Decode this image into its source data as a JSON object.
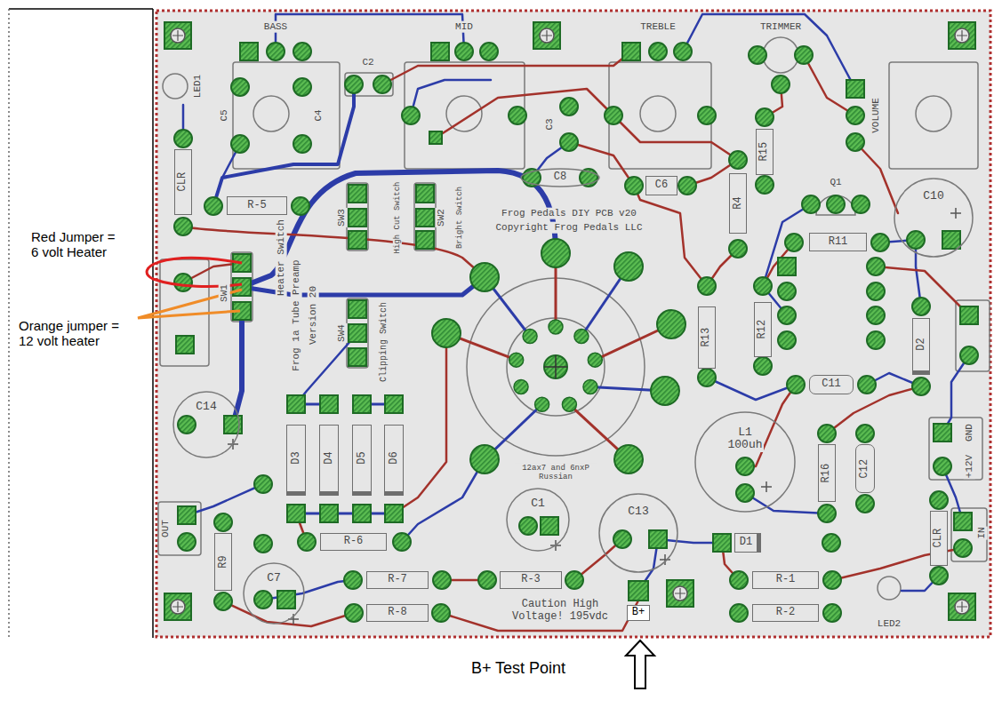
{
  "diagram": {
    "nodes": [
      {
        "text": [
          "C8"
        ]
      },
      {
        "text": [
          "C6"
        ]
      },
      {
        "text": [
          "R15"
        ]
      },
      {
        "text": [
          "CLR"
        ]
      },
      {
        "text": [
          "R4"
        ]
      },
      {
        "text": [
          "R-5"
        ]
      },
      {
        "text": [
          "C10"
        ]
      },
      {
        "text": [
          "R11"
        ]
      },
      {
        "text": [
          "R13"
        ]
      },
      {
        "text": [
          "R12"
        ]
      },
      {
        "text": [
          "D2"
        ]
      },
      {
        "text": [
          "C11"
        ]
      },
      {
        "text": [
          "C14"
        ]
      },
      {
        "text": [
          "D3"
        ]
      },
      {
        "text": [
          "D4"
        ]
      },
      {
        "text": [
          "D5"
        ]
      },
      {
        "text": [
          "D6"
        ]
      },
      {
        "text": [
          "L1",
          "100uh"
        ]
      },
      {
        "text": [
          "R16"
        ]
      },
      {
        "text": [
          "C12"
        ]
      },
      {
        "text": [
          "C1"
        ]
      },
      {
        "text": [
          "C13"
        ]
      },
      {
        "text": [
          "CLR"
        ]
      },
      {
        "text": [
          "D1"
        ]
      },
      {
        "text": [
          "R9"
        ]
      },
      {
        "text": [
          "R-6"
        ]
      },
      {
        "text": [
          "C7"
        ]
      },
      {
        "text": [
          "R-7"
        ]
      },
      {
        "text": [
          "R-3"
        ]
      },
      {
        "text": [
          "R-1"
        ]
      },
      {
        "text": [
          "B+"
        ]
      },
      {
        "text": [
          "R-8"
        ]
      },
      {
        "text": [
          "R-2"
        ]
      }
    ],
    "labels": [
      "Red Jumper = 6 volt Heater",
      "Orange jumper = 12 volt heater",
      "B+ Test Point",
      "LED1",
      "BASS",
      "MID",
      "TREBLE",
      "TRIMMER",
      "VOLUME",
      "C2",
      "C5",
      "C4",
      "C3",
      "Heater Switch",
      "SW1",
      "SW3",
      "High Cut Switch",
      "SW2",
      "Bright Switch",
      "SW4",
      "Clipping Switch",
      "Frog 1a Tube Preamp",
      "Version 20",
      "Frog Pedals DIY PCB v20",
      "Copyright Frog Pedals LLC",
      "12ax7 and 6nxP Russian",
      "Caution High Voltage! 195vdc",
      "Q1",
      "GND",
      "+12V",
      "OUT",
      "IN",
      "LED2"
    ]
  }
}
